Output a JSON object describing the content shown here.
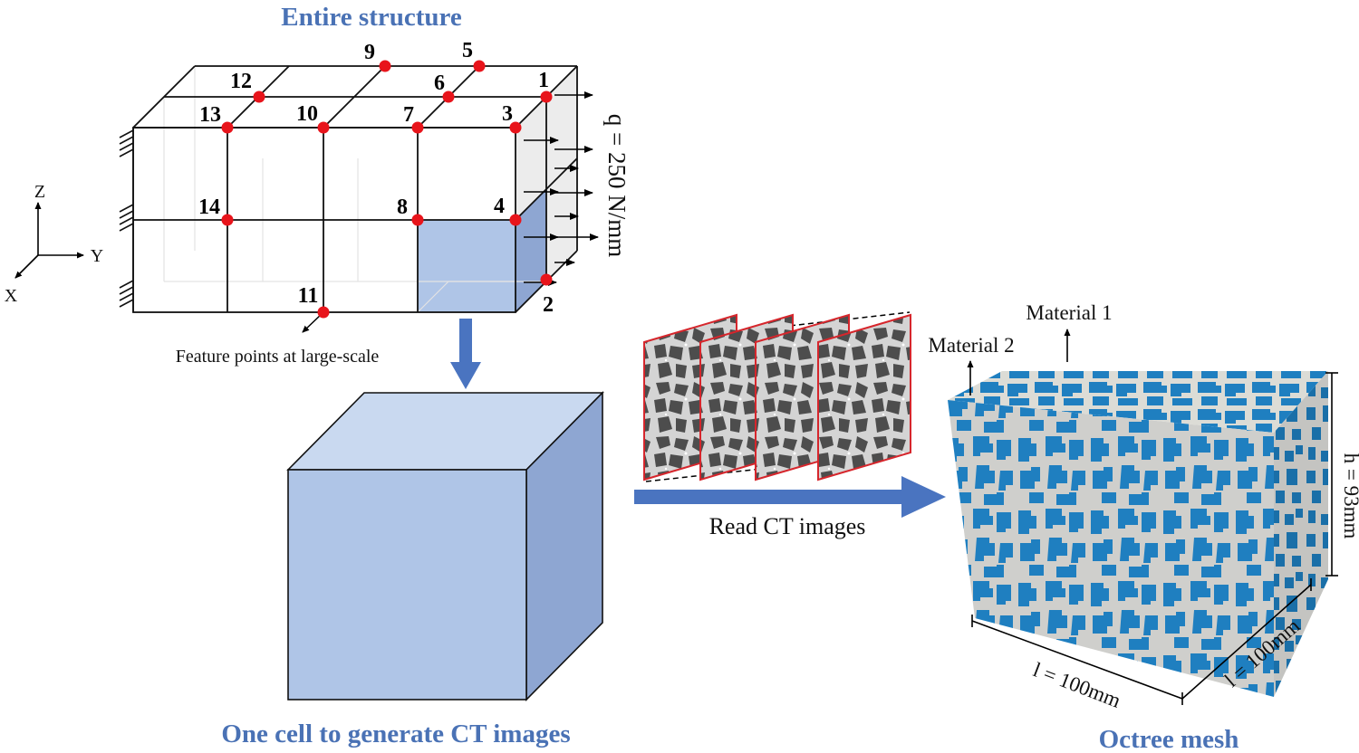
{
  "titles": {
    "entire_structure": "Entire structure",
    "one_cell": "One cell to generate CT images",
    "octree_mesh": "Octree mesh"
  },
  "labels": {
    "load": "q = 250 N/mm",
    "feature_points": "Feature points at large-scale",
    "read_ct": "Read CT images",
    "material1": "Material 1",
    "material2": "Material 2",
    "dim_h": "h = 93mm",
    "dim_l_front": "l = 100mm",
    "dim_l_side": "l = 100mm"
  },
  "axes": {
    "z": "Z",
    "y": "Y",
    "x": "X"
  },
  "feature_points": [
    {
      "id": "1"
    },
    {
      "id": "2"
    },
    {
      "id": "3"
    },
    {
      "id": "4"
    },
    {
      "id": "5"
    },
    {
      "id": "6"
    },
    {
      "id": "7"
    },
    {
      "id": "8"
    },
    {
      "id": "9"
    },
    {
      "id": "10"
    },
    {
      "id": "11"
    },
    {
      "id": "12"
    },
    {
      "id": "13"
    },
    {
      "id": "14"
    }
  ],
  "colors": {
    "title_blue": "#4a72b5",
    "point_red": "#e8141b",
    "cube_front": "#afc5e7",
    "cube_top": "#c9d9f0",
    "cube_side": "#8ea6d2",
    "arrow_blue": "#4a74c0",
    "material_blue": "#1f7fc0",
    "material_grey": "#cfcfcc",
    "ct_dark": "#4d4d4d",
    "ct_light": "#d4d4d4"
  }
}
